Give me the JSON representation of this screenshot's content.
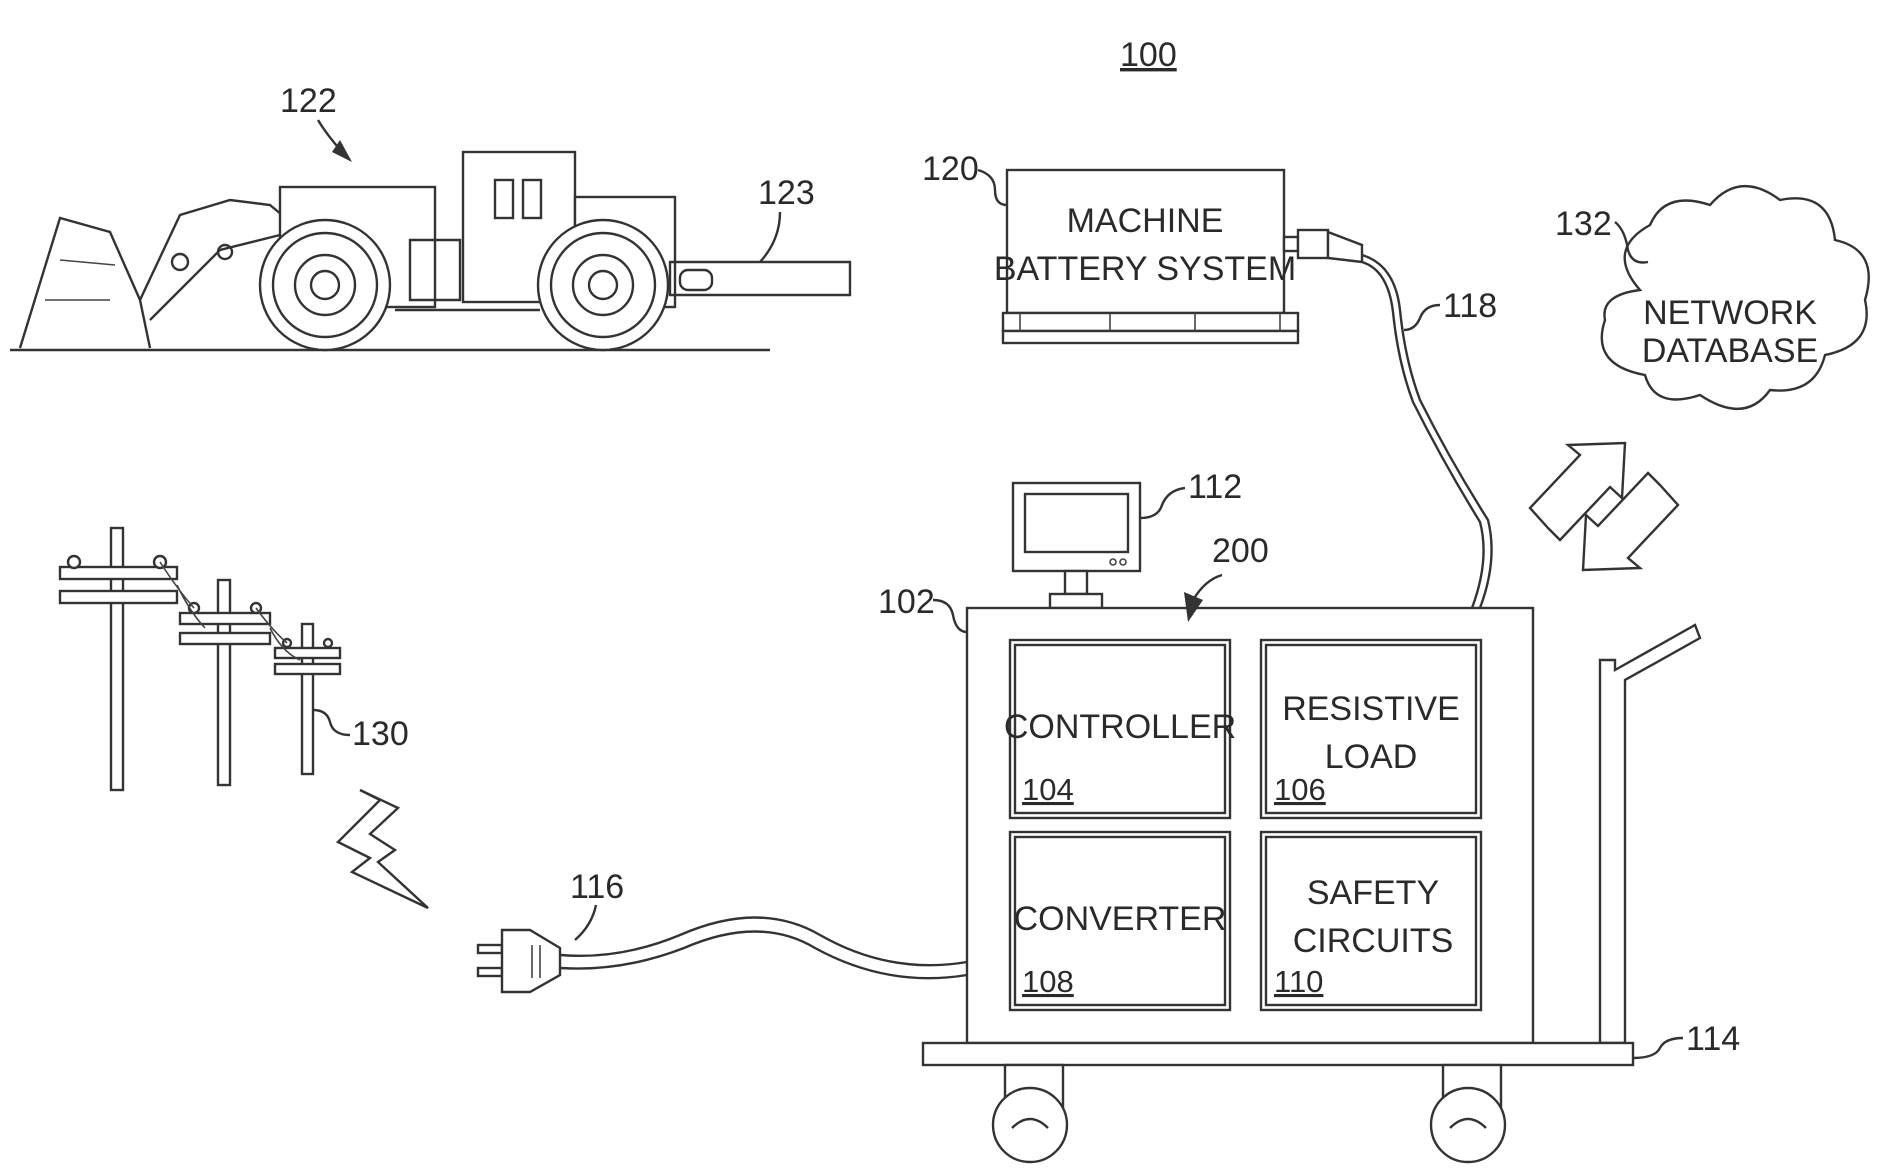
{
  "figure": {
    "ref": "100"
  },
  "machine": {
    "ref": "122",
    "tow_ref": "123"
  },
  "battery_system": {
    "ref": "120",
    "line1": "MACHINE",
    "line2": "BATTERY SYSTEM"
  },
  "cable_118": {
    "ref": "118"
  },
  "network": {
    "ref": "132",
    "line1": "NETWORK",
    "line2": "DATABASE"
  },
  "display": {
    "ref": "112"
  },
  "enclosure": {
    "ref": "102",
    "assembly_ref": "200"
  },
  "modules": {
    "controller": {
      "line1": "CONTROLLER",
      "ref": "104"
    },
    "resistive_load": {
      "line1": "RESISTIVE",
      "line2": "LOAD",
      "ref": "106"
    },
    "converter": {
      "line1": "CONVERTER",
      "ref": "108"
    },
    "safety": {
      "line1": "SAFETY",
      "line2": "CIRCUITS",
      "ref": "110"
    }
  },
  "cart": {
    "ref": "114"
  },
  "power_lines": {
    "ref": "130"
  },
  "plug": {
    "ref": "116"
  }
}
